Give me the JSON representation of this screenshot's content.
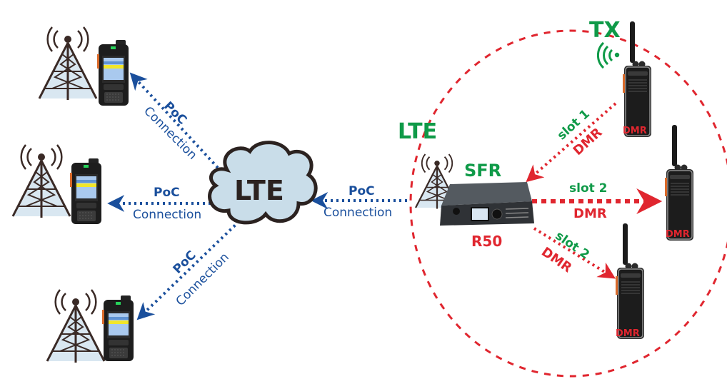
{
  "diagram": {
    "colors": {
      "poc_blue": "#1a4f9c",
      "dmr_red": "#e0262f",
      "lte_green": "#0f9a48",
      "cloud_fill": "#c9dde9",
      "tower_dark": "#3a2a26",
      "tower_fill": "#cfe1ee"
    },
    "cloud": {
      "label": "LTE"
    },
    "poc_links": [
      {
        "id": "top-left",
        "title": "PoC",
        "subtitle": "Connection"
      },
      {
        "id": "mid-left",
        "title": "PoC",
        "subtitle": "Connection"
      },
      {
        "id": "bottom-left",
        "title": "PoC",
        "subtitle": "Connection"
      },
      {
        "id": "sfr",
        "title": "PoC",
        "subtitle": "Connection"
      }
    ],
    "sites": [
      {
        "id": "poc-site-top",
        "tower": "radio-tower",
        "device": "poc-radio"
      },
      {
        "id": "poc-site-mid",
        "tower": "radio-tower",
        "device": "poc-radio"
      },
      {
        "id": "poc-site-bottom",
        "tower": "radio-tower",
        "device": "poc-radio"
      }
    ],
    "repeater": {
      "lte_label": "LTE",
      "title": "SFR",
      "model": "R50"
    },
    "tx": {
      "label": "TX",
      "icon": "signal-waves-icon"
    },
    "dmr_links": [
      {
        "id": "slot1",
        "slot": "slot 1",
        "mode": "DMR"
      },
      {
        "id": "slot2-right",
        "slot": "slot 2",
        "mode": "DMR"
      },
      {
        "id": "slot2-down",
        "slot": "slot 2",
        "mode": "DMR"
      }
    ],
    "dmr_radios": [
      {
        "id": "dmr-top",
        "label": "DMR"
      },
      {
        "id": "dmr-right",
        "label": "DMR"
      },
      {
        "id": "dmr-bottom",
        "label": "DMR"
      }
    ]
  }
}
